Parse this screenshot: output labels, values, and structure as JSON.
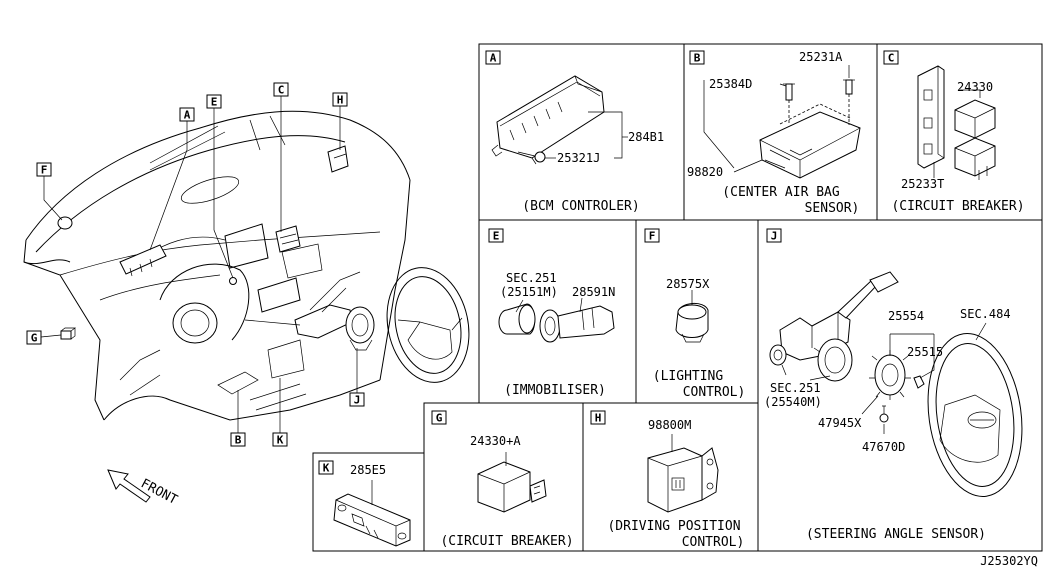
{
  "diagram": {
    "drawing_id": "J25302YQ",
    "front_label": "FRONT",
    "overview_letters": {
      "a": "A",
      "b": "B",
      "c": "C",
      "e": "E",
      "f": "F",
      "g": "G",
      "h": "H",
      "j": "J",
      "k": "K"
    },
    "panels": {
      "a": {
        "letter": "A",
        "caption": "(BCM CONTROLER)",
        "parts": [
          "284B1",
          "25321J"
        ]
      },
      "b": {
        "letter": "B",
        "caption_line1": "(CENTER AIR BAG",
        "caption_line2": "SENSOR)",
        "parts": [
          "25231A",
          "25384D",
          "98820"
        ]
      },
      "c": {
        "letter": "C",
        "caption": "(CIRCUIT BREAKER)",
        "parts": [
          "24330",
          "25233T"
        ]
      },
      "e": {
        "letter": "E",
        "caption": "(IMMOBILISER)",
        "parts": [
          "SEC.251",
          "(25151M)",
          "28591N"
        ]
      },
      "f": {
        "letter": "F",
        "caption_line1": "(LIGHTING",
        "caption_line2": "CONTROL)",
        "parts": [
          "28575X"
        ]
      },
      "j": {
        "letter": "J",
        "caption": "(STEERING ANGLE SENSOR)",
        "parts": [
          "25554",
          "SEC.484",
          "25515",
          "SEC.251",
          "(25540M)",
          "47945X",
          "47670D"
        ]
      },
      "g": {
        "letter": "G",
        "caption": "(CIRCUIT BREAKER)",
        "parts": [
          "24330+A"
        ]
      },
      "h": {
        "letter": "H",
        "caption_line1": "(DRIVING POSITION",
        "caption_line2": "CONTROL)",
        "parts": [
          "98800M"
        ]
      },
      "k": {
        "letter": "K",
        "parts": [
          "285E5"
        ]
      }
    }
  }
}
